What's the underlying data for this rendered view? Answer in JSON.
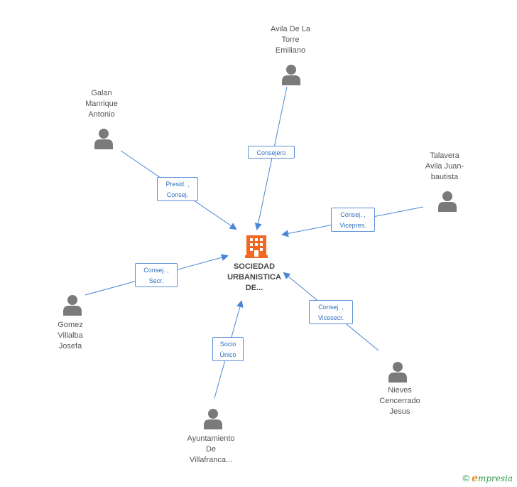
{
  "center": {
    "label": "SOCIEDAD\nURBANISTICA\nDE...",
    "icon": "building-icon",
    "color": "#f26722"
  },
  "people": [
    {
      "id": "avila",
      "label": "Avila De La\nTorre\nEmiliano",
      "icon": "person-icon"
    },
    {
      "id": "galan",
      "label": "Galan\nManrique\nAntonio",
      "icon": "person-icon"
    },
    {
      "id": "talavera",
      "label": "Talavera\nAvila Juan-\nbautista",
      "icon": "person-icon"
    },
    {
      "id": "gomez",
      "label": "Gomez\nVillalba\nJosefa",
      "icon": "person-icon"
    },
    {
      "id": "nieves",
      "label": "Nieves\nCencerrado\nJesus",
      "icon": "person-icon"
    },
    {
      "id": "ayuntamiento",
      "label": "Ayuntamiento\nDe\nVillafranca...",
      "icon": "person-icon"
    }
  ],
  "edges": [
    {
      "from": "avila",
      "label": "Consejero"
    },
    {
      "from": "galan",
      "label": "Presid. ,\nConsej."
    },
    {
      "from": "talavera",
      "label": "Consej. ,\nVicepres."
    },
    {
      "from": "gomez",
      "label": "Consej. ,\nSecr."
    },
    {
      "from": "nieves",
      "label": "Consej. ,\nVicesecr."
    },
    {
      "from": "ayuntamiento",
      "label": "Socio\nÚnico"
    }
  ],
  "colors": {
    "edge": "#4a86d6",
    "person": "#7a7a7a",
    "label": "#555555"
  },
  "footer": {
    "copyright": "©",
    "brand_initial": "e",
    "brand_rest": "mpresia"
  }
}
